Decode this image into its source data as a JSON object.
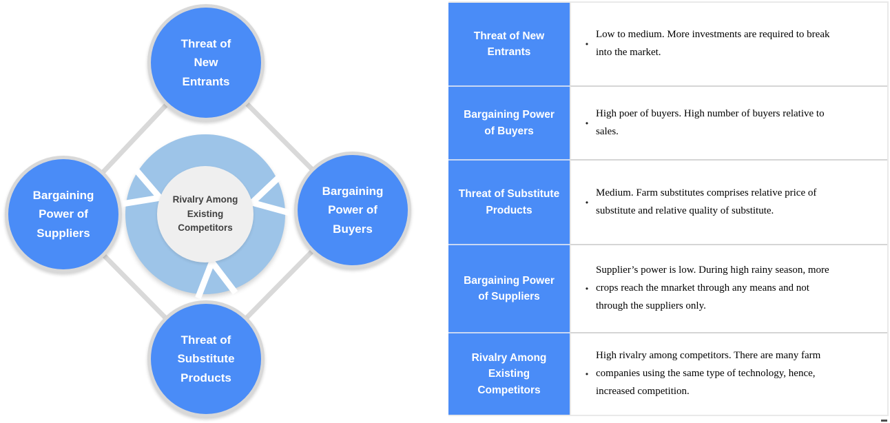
{
  "diagram": {
    "center": {
      "label": "Rivalry Among\nExisting\nCompetitors"
    },
    "nodes": {
      "top": {
        "label": "Threat of\nNew\nEntrants"
      },
      "left": {
        "label": "Bargaining\nPower of\nSuppliers"
      },
      "right": {
        "label": "Bargaining\nPower of\nBuyers"
      },
      "bottom": {
        "label": "Threat of\nSubstitute\nProducts"
      }
    },
    "colors": {
      "node_fill": "#4A8CF7",
      "node_border": "#D8D8D8",
      "connector": "#D9D9D9",
      "ring": "#9DC4E8",
      "inner_circle": "#EFEFEF",
      "center_text": "#404040"
    }
  },
  "table": {
    "bullet": "•",
    "colors": {
      "header_fill": "#4A8CF7",
      "header_text": "#FFFFFF",
      "separator": "#D5D5D5",
      "body_text": "#000000"
    },
    "rows": [
      {
        "header": "Threat of New\nEntrants",
        "body": "Low to medium.  More investments are required to break into the market."
      },
      {
        "header": "Bargaining Power\nof Buyers",
        "body": "High poer of buyers. High number of buyers relative to sales."
      },
      {
        "header": "Threat of Substitute\nProducts",
        "body": "Medium. Farm substitutes comprises relative price of substitute and relative quality of substitute."
      },
      {
        "header": "Bargaining Power\nof Suppliers",
        "body": "Supplier’s power is low. During high rainy season, more crops reach the mnarket through any means and not through the suppliers only."
      },
      {
        "header": "Rivalry Among\nExisting\nCompetitors",
        "body": "High rivalry among competitors. There are many farm companies using the same type of technology, hence, increased competition."
      }
    ]
  }
}
